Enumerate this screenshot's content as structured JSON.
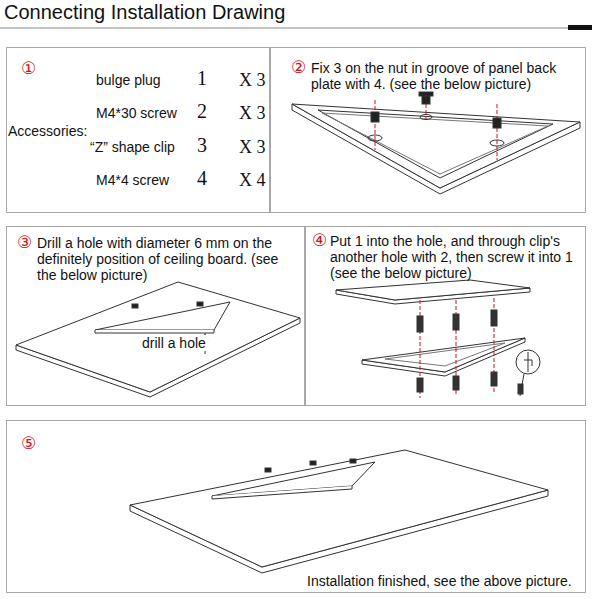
{
  "diagram": {
    "title": "Connecting Installation Drawing",
    "nodes": [
      {
        "text": [
          "①",
          "Accessories:",
          "bulge plug",
          "1",
          "X 3",
          "M4*30 screw",
          "2",
          "X 3",
          "“Z” shape clip",
          "3",
          "X 3",
          "M4*4 screw",
          "4",
          "X 4"
        ]
      },
      {
        "text": [
          "②",
          "Fix 3 on the nut in groove of panel back plate with 4. (see the below picture)"
        ]
      },
      {
        "text": [
          "③",
          "Drill a hole with diameter 6 mm on the definitely position of ceiling board. (see the below picture)",
          "drill a hole"
        ]
      },
      {
        "text": [
          "④",
          "Put 1 into the hole, and through clip's another hole with 2, then screw it into 1 (see the below picture)"
        ]
      },
      {
        "text": [
          "⑤",
          "Installation finished, see the above picture."
        ]
      }
    ]
  }
}
